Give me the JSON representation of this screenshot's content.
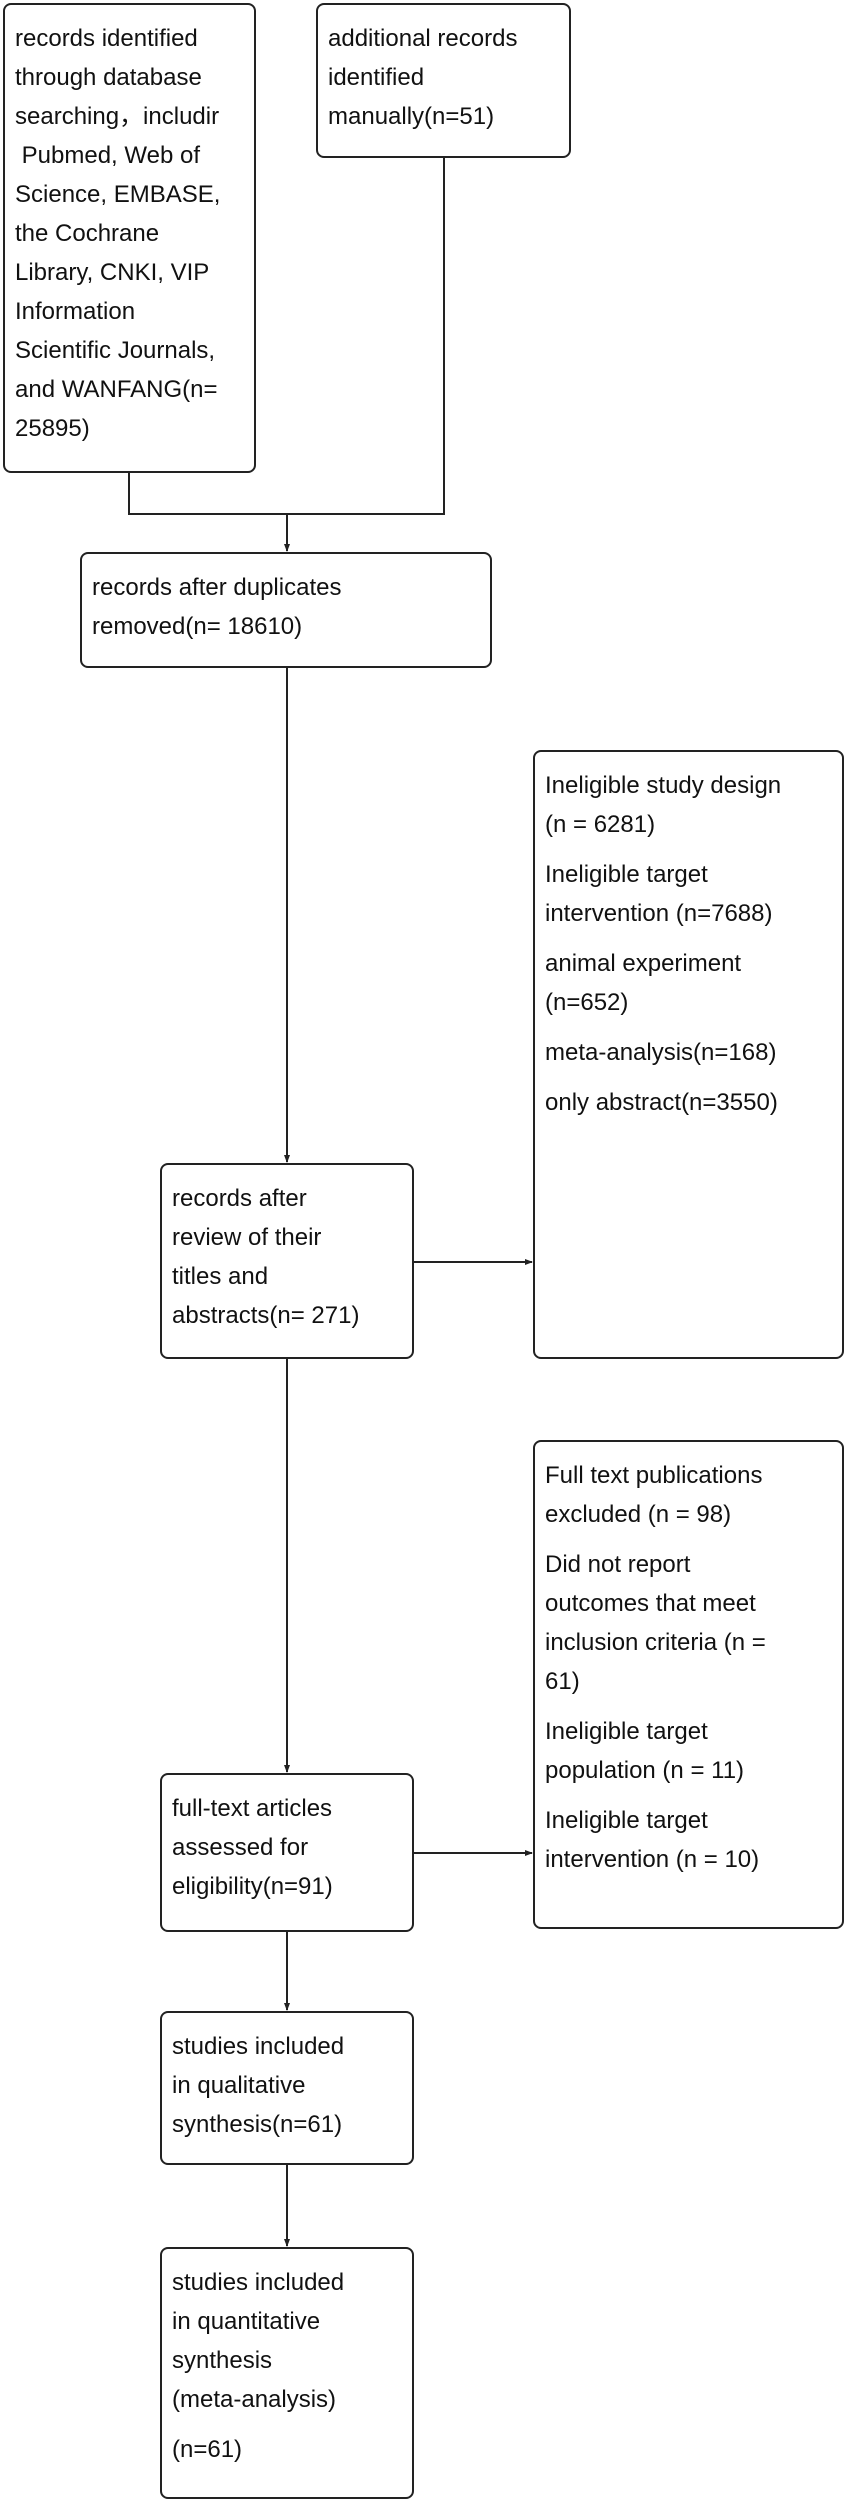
{
  "boxes": {
    "database": "records identified\nthrough database\nsearching，includir\n Pubmed, Web of\nScience, EMBASE,\nthe Cochrane\nLibrary, CNKI, VIP\nInformation\nScientific Journals,\nand WANFANG(n=\n25895)",
    "manual": "additional records\nidentified\nmanually(n=51)",
    "duplicates": "records after duplicates\nremoved(n= 18610)",
    "screened": "records after\nreview of their\ntitles and\nabstracts(n= 271)",
    "fulltext": "full-text articles\nassessed for\neligibility(n=91)",
    "qualitative": "studies included\nin qualitative\nsynthesis(n=61)",
    "quantitative": "studies included\nin quantitative\nsynthesis\n(meta-analysis)",
    "quantitative_n": "(n=61)"
  },
  "exclusions_screening": [
    "Ineligible study design\n(n = 6281)",
    "Ineligible target\nintervention (n=7688)",
    "animal experiment\n(n=652)",
    "meta-analysis(n=168)",
    "only abstract(n=3550)"
  ],
  "exclusions_fulltext": [
    "Full text publications\nexcluded (n = 98)",
    "Did not report\noutcomes that meet\ninclusion criteria (n =\n61)",
    "Ineligible target\npopulation (n = 11)",
    "Ineligible target\nintervention (n = 10)"
  ]
}
